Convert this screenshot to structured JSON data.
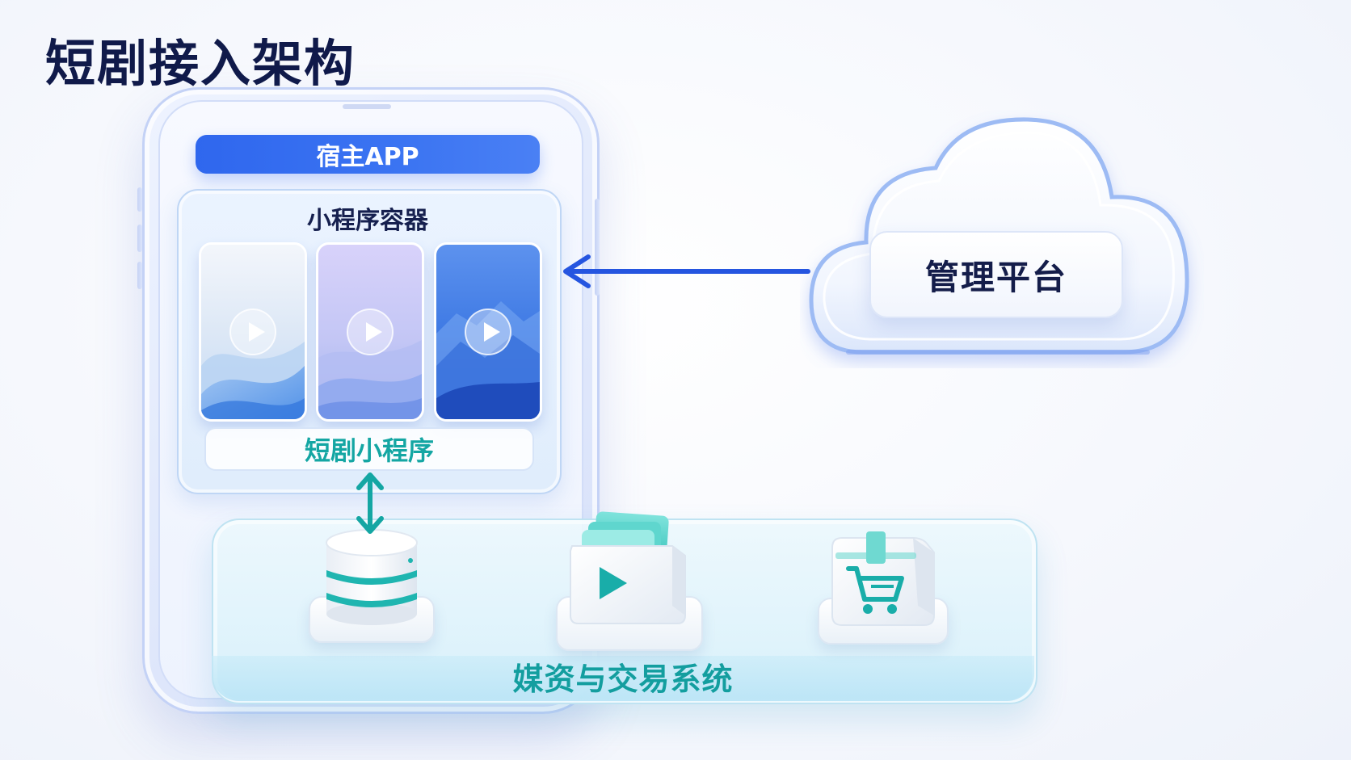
{
  "title": "短剧接入架构",
  "host_app": {
    "label": "宿主APP"
  },
  "mini_program_container": {
    "title": "小程序容器",
    "cards": [
      {
        "icon": "play-icon",
        "theme": "light-blue"
      },
      {
        "icon": "play-icon",
        "theme": "lavender"
      },
      {
        "icon": "play-icon",
        "theme": "deep-blue"
      }
    ],
    "mini_program_label": "短剧小程序"
  },
  "management_platform": {
    "label": "管理平台",
    "icon": "cloud-icon"
  },
  "backend_system": {
    "label": "媒资与交易系统",
    "icons": [
      "database-icon",
      "media-library-icon",
      "shopping-cart-icon"
    ]
  },
  "colors": {
    "title": "#101a4a",
    "host_app_bar": "#2f67ee",
    "arrow_blue": "#2555e0",
    "teal": "#14a6a3"
  }
}
